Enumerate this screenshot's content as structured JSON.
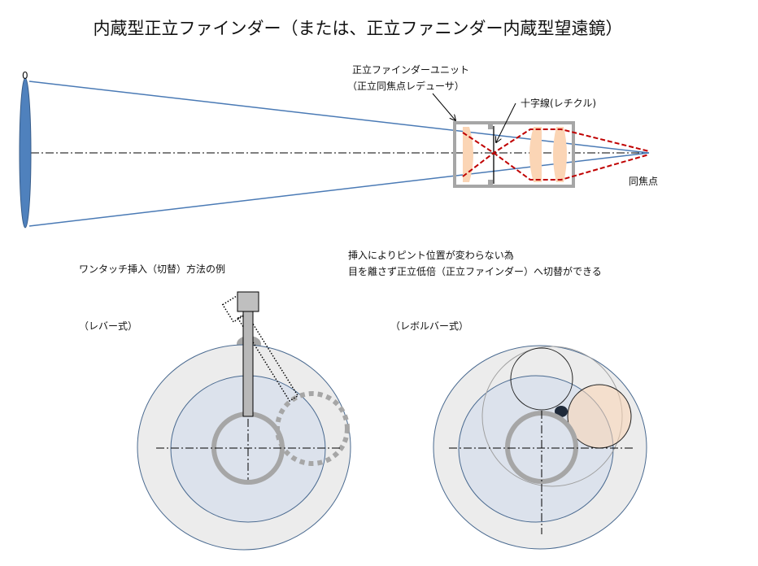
{
  "title": "内蔵型正立ファインダー（または、正立ファニンダー内蔵型望遠鏡）",
  "optics": {
    "origin_label": "0",
    "unit_label_1": "正立ファインダーユニット",
    "unit_label_2": "（正立同焦点レデューサ）",
    "reticle_label": "十字線(レチクル)",
    "focus_label": "同焦点"
  },
  "section": {
    "heading": "ワンタッチ挿入（切替）方法の例",
    "note_1": "挿入によりピント位置が変わらない為",
    "note_2": "目を離さず正立低倍（正立ファインダー）へ切替ができる"
  },
  "lever": {
    "label": "（レバー式）"
  },
  "revolver": {
    "label": "（レボルバー式）"
  },
  "colors": {
    "ray": "#4a7ab5",
    "objective": "#4f81bd",
    "lens": "#fbd5b5",
    "red_ray": "#c00000",
    "housing": "#a6a6a6",
    "outer": "#ececec",
    "inner": "#dce2ec"
  }
}
